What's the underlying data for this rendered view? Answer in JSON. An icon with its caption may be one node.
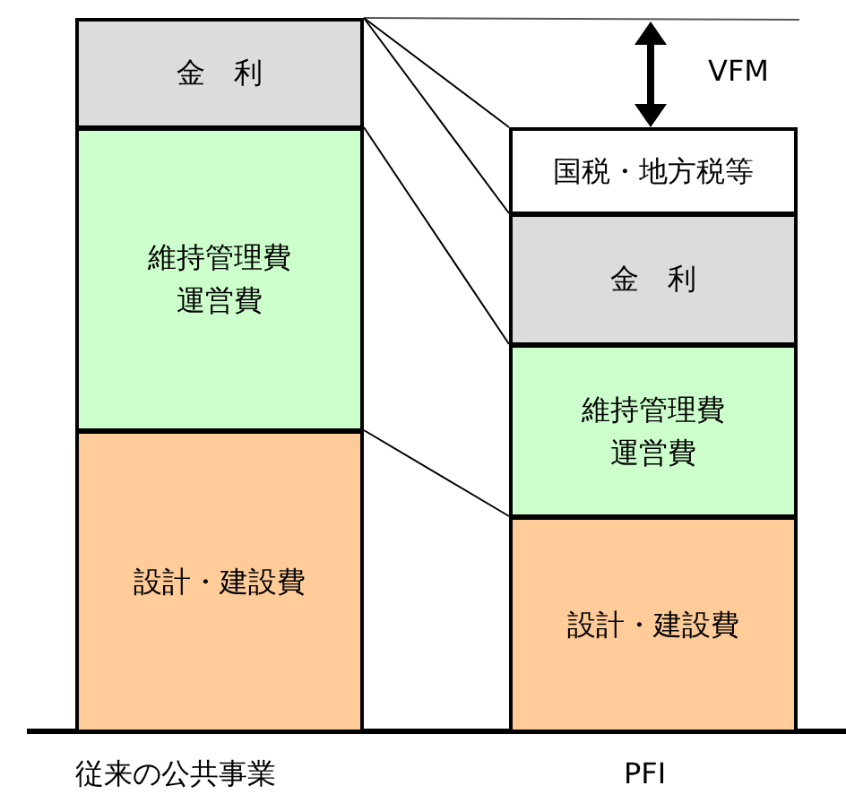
{
  "diagram": {
    "nodes": [
      {
        "text": [
          "金　利"
        ]
      },
      {
        "text": [
          "維持管理費運営費"
        ]
      },
      {
        "text": [
          "設計・建設費"
        ]
      },
      {
        "text": [
          "国税・地方税等"
        ]
      },
      {
        "text": [
          "金　利"
        ]
      },
      {
        "text": [
          "維持管理費運営費"
        ]
      },
      {
        "text": [
          "設計・建設費"
        ]
      }
    ],
    "edges": [
      {
        "from": 0,
        "to": 3,
        "arrow": "none"
      },
      {
        "from": 0,
        "to": 4,
        "arrow": "none"
      },
      {
        "from": 1,
        "to": 5,
        "arrow": "none"
      },
      {
        "from": 2,
        "to": 6,
        "arrow": "none"
      }
    ],
    "labels": [
      "VFM",
      "従来の公共事業",
      "PFI"
    ]
  }
}
